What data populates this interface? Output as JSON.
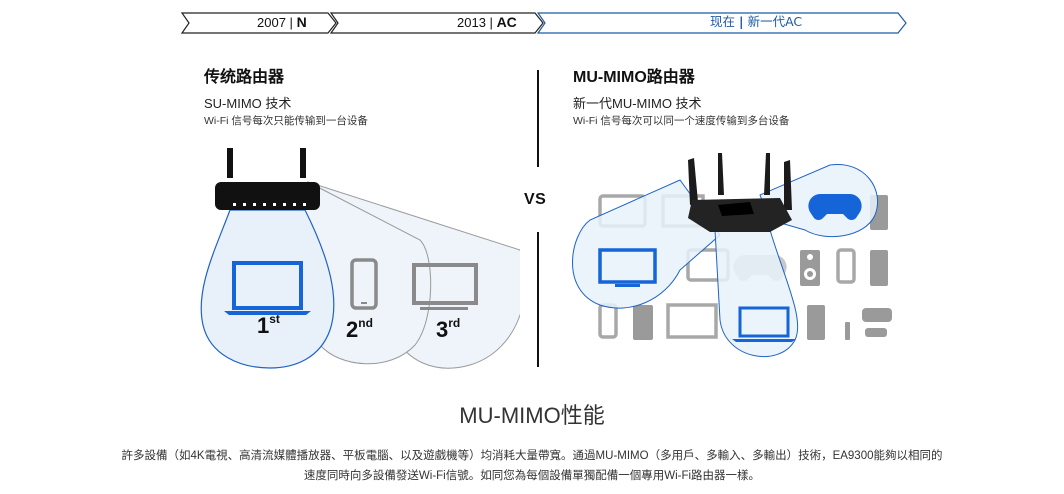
{
  "timeline": [
    {
      "year": "2007",
      "separator": "|",
      "standard": "N"
    },
    {
      "year": "2013",
      "separator": "|",
      "standard": "AC"
    },
    {
      "year": "现在",
      "separator": "|",
      "standard": "新一代AC",
      "highlight_color": "#1f5aa6"
    }
  ],
  "left": {
    "title": "传统路由器",
    "subtitle": "SU-MIMO 技术",
    "description": "Wi-Fi 信号每次只能传输到一台设备",
    "devices": [
      {
        "icon": "laptop-icon",
        "order_num": "1",
        "order_suffix": "st",
        "active": true
      },
      {
        "icon": "smartphone-icon",
        "order_num": "2",
        "order_suffix": "nd",
        "active": false
      },
      {
        "icon": "monitor-icon",
        "order_num": "3",
        "order_suffix": "rd",
        "active": false
      }
    ]
  },
  "vs_label": "VS",
  "right": {
    "title": "MU-MIMO路由器",
    "subtitle": "新一代MU-MIMO 技术",
    "description": "Wi-Fi 信号每次可以同一个速度传输到多台设备",
    "highlighted_devices": [
      "tv-icon",
      "game-controller-icon",
      "laptop-icon"
    ]
  },
  "performance": {
    "title_latin": "MU-MIMO",
    "title_cjk": "性能",
    "body_line1": "許多設備（如4K電視、高清流媒體播放器、平板電腦、以及遊戲機等）均消耗大量帶寬。通過MU-MIMO（多用戶、多輸入、多輸出）技術，EA9300能夠以相同的",
    "body_line2": "速度同時向多設備發送Wi-Fi信號。如同您為每個設備單獨配備一個專用Wi-Fi路由器一樣。"
  },
  "colors": {
    "accent_blue": "#1565d8",
    "bubble_fill": "#eaf3fb",
    "device_gray": "#8a8a8a",
    "timeline_blue": "#1f5aa6"
  }
}
